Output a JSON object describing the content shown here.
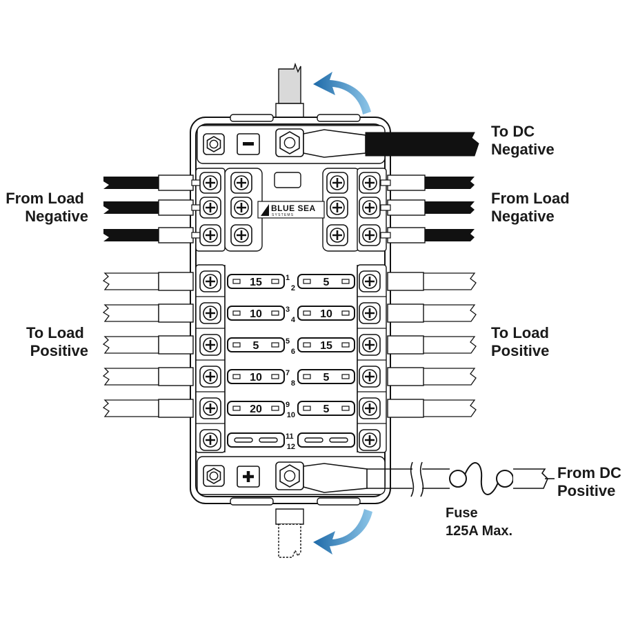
{
  "labels": {
    "to_dc_negative": [
      "To DC",
      "Negative"
    ],
    "from_load_negative_left": [
      "From Load",
      "Negative"
    ],
    "from_load_negative_right": [
      "From Load",
      "Negative"
    ],
    "to_load_positive_left": [
      "To Load",
      "Positive"
    ],
    "to_load_positive_right": [
      "To Load",
      "Positive"
    ],
    "from_dc_positive": [
      "From DC",
      "Positive"
    ],
    "fuse": [
      "Fuse",
      "125A Max."
    ]
  },
  "brand": {
    "name": "BLUE SEA",
    "sub": "SYSTEMS"
  },
  "bus_signs": {
    "negative": "–",
    "positive": "+"
  },
  "fuses": [
    {
      "number": "1",
      "rating": "15",
      "side": "left"
    },
    {
      "number": "2",
      "rating": "5",
      "side": "right"
    },
    {
      "number": "3",
      "rating": "10",
      "side": "left"
    },
    {
      "number": "4",
      "rating": "10",
      "side": "right"
    },
    {
      "number": "5",
      "rating": "5",
      "side": "left"
    },
    {
      "number": "6",
      "rating": "15",
      "side": "right"
    },
    {
      "number": "7",
      "rating": "10",
      "side": "left"
    },
    {
      "number": "8",
      "rating": "5",
      "side": "right"
    },
    {
      "number": "9",
      "rating": "20",
      "side": "left"
    },
    {
      "number": "10",
      "rating": "5",
      "side": "right"
    },
    {
      "number": "11",
      "rating": "",
      "side": "left"
    },
    {
      "number": "12",
      "rating": "",
      "side": "right"
    }
  ],
  "colors": {
    "arrow": "#2f7fb5",
    "wire_negative": "#111111",
    "outline": "#111111"
  }
}
